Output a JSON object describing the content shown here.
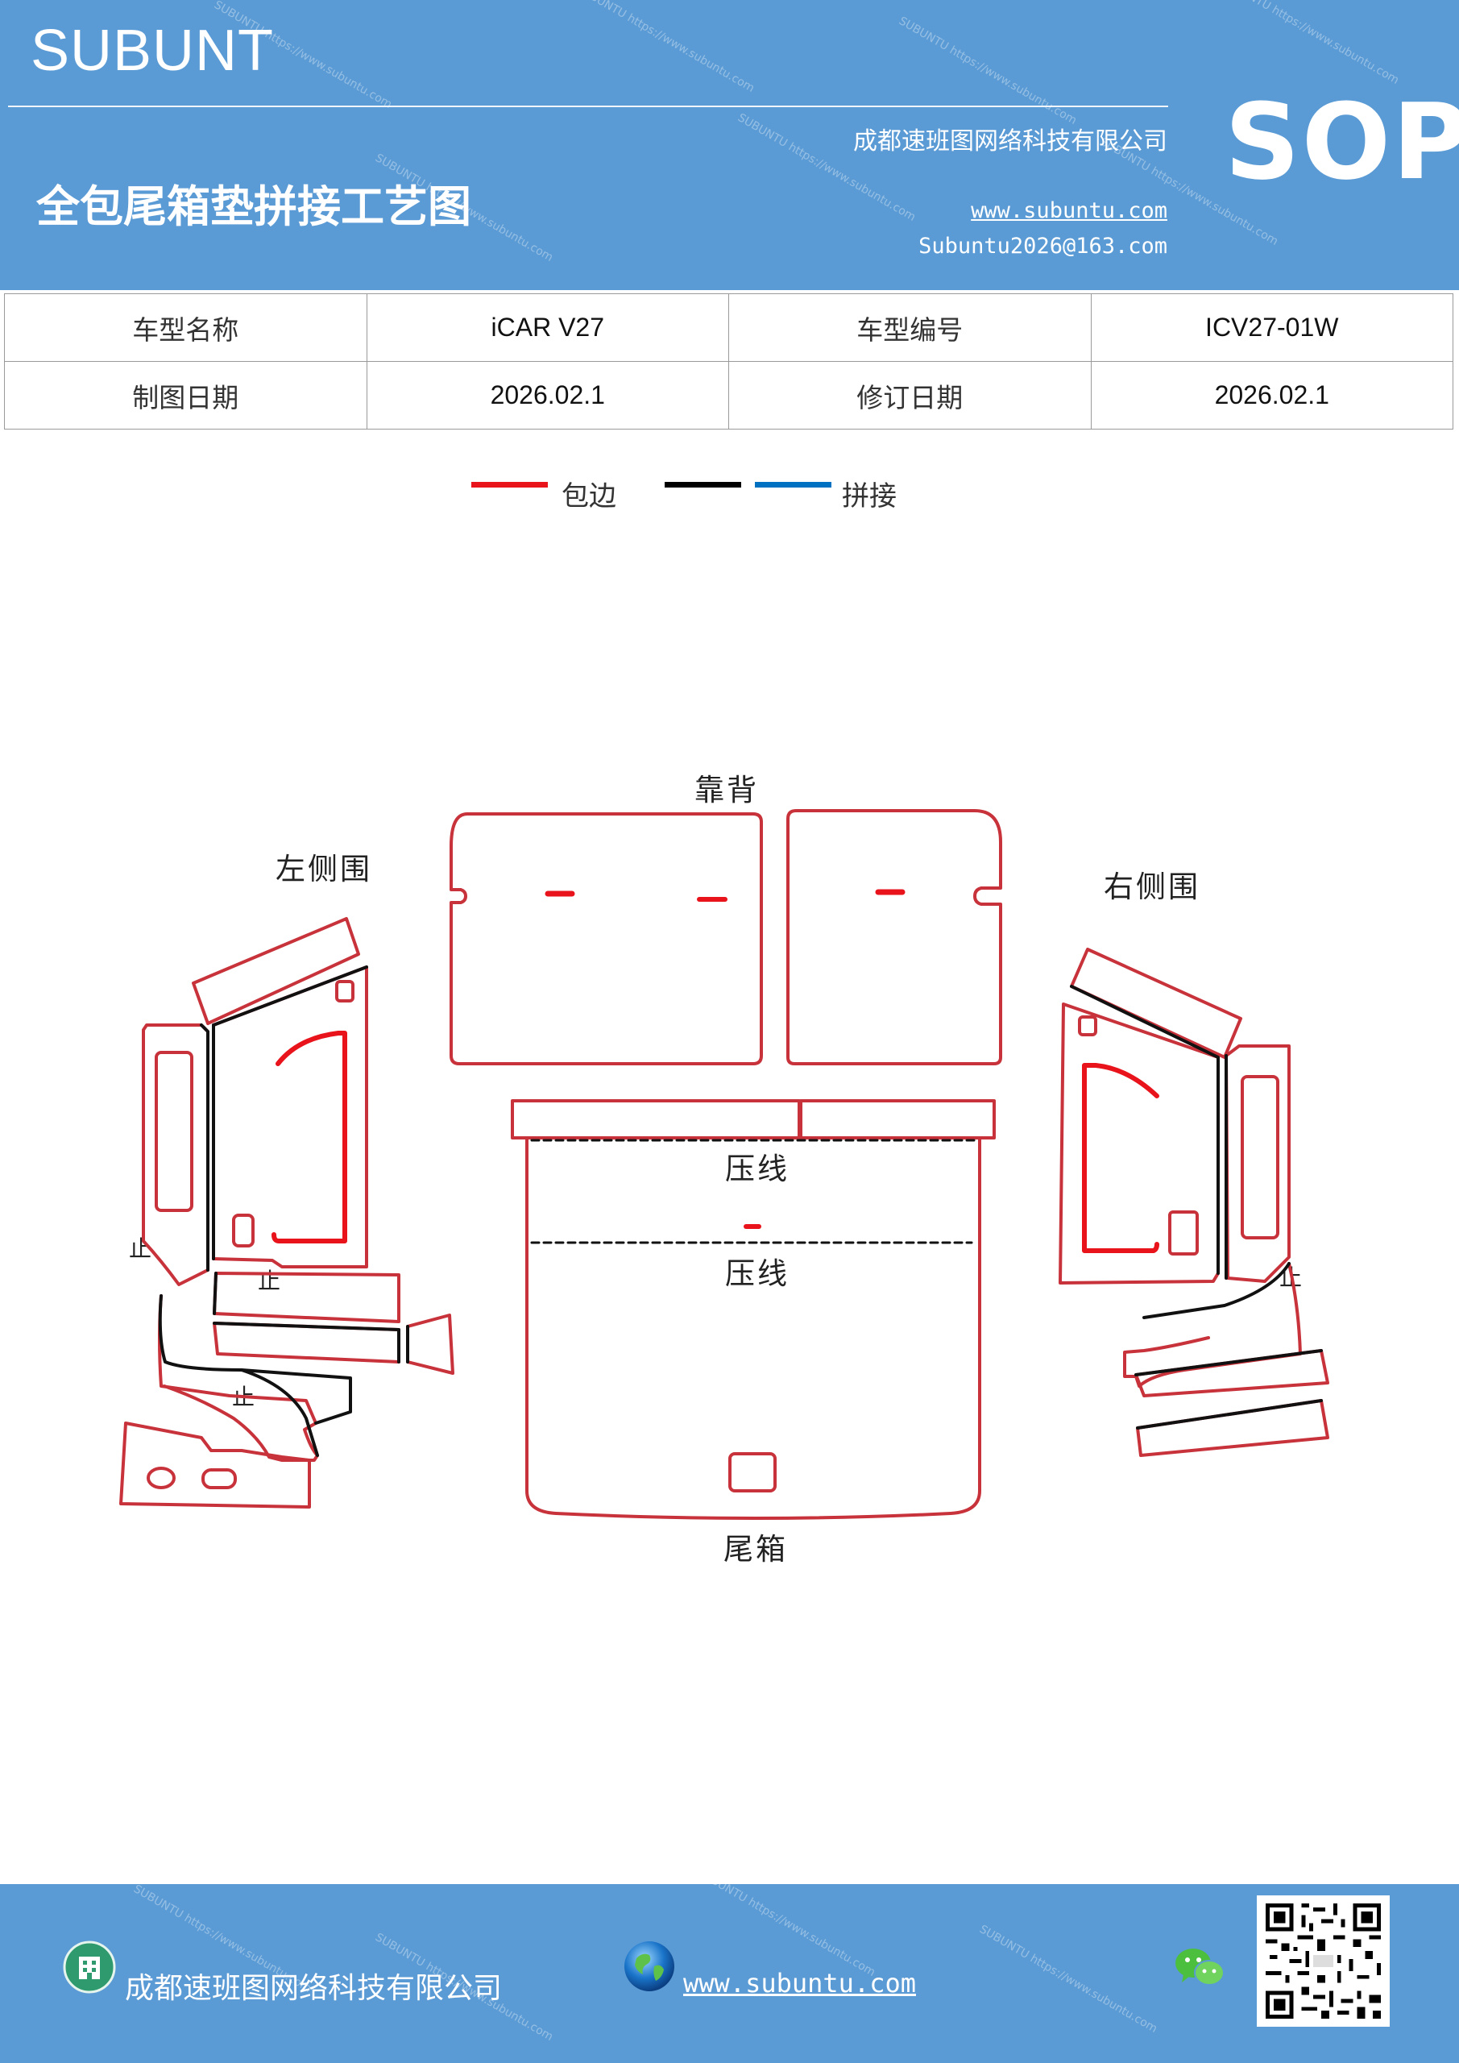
{
  "header": {
    "brand": "SUBUNT",
    "badge": "SOP",
    "title": "全包尾箱垫拼接工艺图",
    "company": "成都速班图网络科技有限公司",
    "website": "www.subuntu.com",
    "email": "Subuntu2026@163.com"
  },
  "info": {
    "rows": [
      {
        "label1": "车型名称",
        "value1": "iCAR  V27",
        "label2": "车型编号",
        "value2": "ICV27-01W"
      },
      {
        "label1": "制图日期",
        "value1": "2026.02.1",
        "label2": "修订日期",
        "value2": "2026.02.1"
      }
    ]
  },
  "legend": {
    "edge_label": "包边",
    "seam_label": "拼接",
    "colors": {
      "edge": "#e8131b",
      "seam_black": "#000000",
      "seam_blue": "#0070c0"
    }
  },
  "diagram": {
    "backrest": "靠背",
    "left_side": "左侧围",
    "right_side": "右侧围",
    "trunk": "尾箱",
    "press_line_1": "压线",
    "press_line_2": "压线",
    "stop_mark": "止",
    "colors": {
      "outline": "#c8323a",
      "seam": "#111111"
    }
  },
  "footer": {
    "company": "成都速班图网络科技有限公司",
    "website": "www.subuntu.com"
  }
}
